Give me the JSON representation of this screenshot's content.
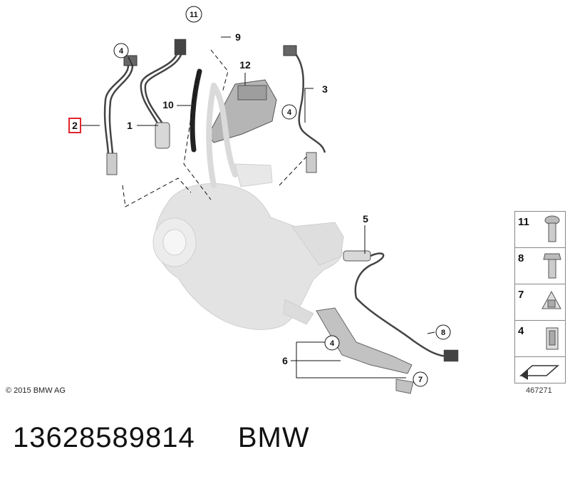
{
  "callouts": {
    "c1": "1",
    "c2": "2",
    "c3": "3",
    "c4a": "4",
    "c4b": "4",
    "c4c": "4",
    "c5": "5",
    "c6": "6",
    "c7": "7",
    "c8": "8",
    "c9": "9",
    "c10": "10",
    "c11": "11",
    "c12": "12"
  },
  "legend": [
    {
      "num": "11",
      "icon": "bolt-icon"
    },
    {
      "num": "8",
      "icon": "hex-bolt-icon"
    },
    {
      "num": "7",
      "icon": "clip-nut-icon"
    },
    {
      "num": "4",
      "icon": "retaining-clip-icon"
    },
    {
      "num": "",
      "icon": "mounting-bracket-icon"
    }
  ],
  "footer": {
    "copyright": "© 2015 BMW AG",
    "diagram_id": "467271",
    "part_number": "13628589814",
    "brand": "BMW"
  },
  "colors": {
    "highlight": "#e0262d",
    "ghost_part": "#d9d9d9",
    "line": "#222222"
  }
}
